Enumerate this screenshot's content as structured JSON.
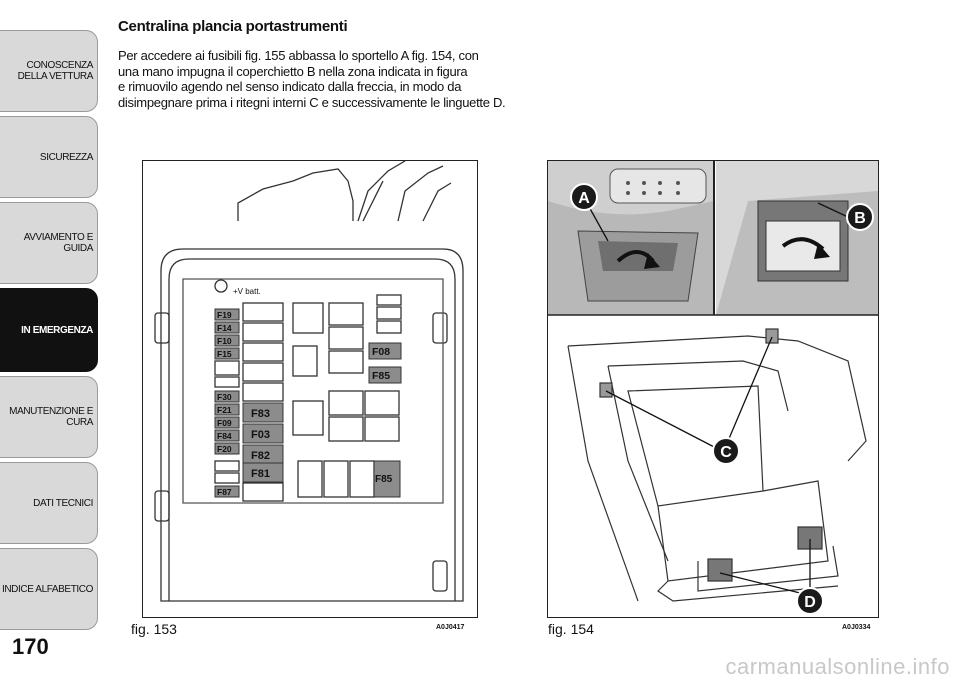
{
  "sidebar": {
    "tabs": [
      {
        "label": "CONOSCENZA\nDELLA VETTURA",
        "active": false
      },
      {
        "label": "SICUREZZA",
        "active": false
      },
      {
        "label": "AVVIAMENTO E\nGUIDA",
        "active": false
      },
      {
        "label": "IN EMERGENZA",
        "active": true
      },
      {
        "label": "MANUTENZIONE E\nCURA",
        "active": false
      },
      {
        "label": "DATI TECNICI",
        "active": false
      },
      {
        "label": "INDICE ALFABETICO",
        "active": false
      }
    ]
  },
  "page_number": "170",
  "section_title": "Centralina plancia portastrumenti",
  "paragraph_lines": [
    "Per accedere ai fusibili fig. 155 abbassa lo sportello A fig. 154, con",
    "una mano impugna il coperchietto B nella zona indicata in figura",
    "e rimuovilo agendo nel senso indicato dalla freccia, in modo da",
    "disimpegnare prima i ritegni interni C e successivamente le linguette D."
  ],
  "fig153": {
    "caption": "fig. 153",
    "code": "A0J0417",
    "batt_label": "+V batt.",
    "left_fuses_top": [
      "F19",
      "F14",
      "F10",
      "F15"
    ],
    "left_fuses_bottom": [
      "F30",
      "F21",
      "F09",
      "F84",
      "F20"
    ],
    "left_fuse_last": "F87",
    "mid_fuses": [
      "F83",
      "F03",
      "F82",
      "F81"
    ],
    "right_fuses": [
      "F08",
      "F85"
    ],
    "bottom_right_fuse": "F85"
  },
  "fig154": {
    "caption": "fig. 154",
    "code": "A0J0334",
    "callouts": [
      "A",
      "B",
      "C",
      "D"
    ]
  },
  "watermark": "carmanualsonline.info",
  "colors": {
    "active_tab": "#111111",
    "tab": "#d9d9d9",
    "fuse_grey": "#8c8c8c",
    "callout": "#1a1a1a"
  }
}
